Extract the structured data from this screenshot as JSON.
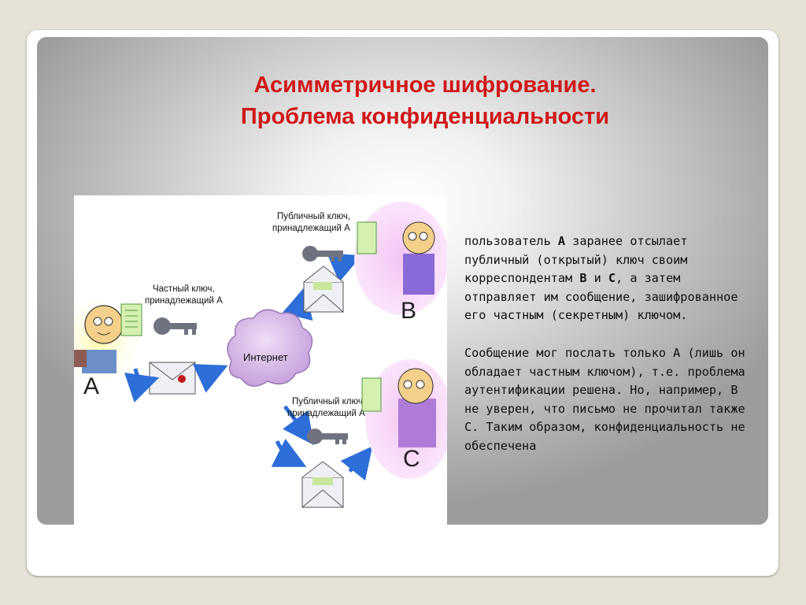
{
  "title": {
    "line1": "Асимметричное шифрование.",
    "line2": "Проблема конфиденциальности"
  },
  "diagram": {
    "private_key_line1": "Частный ключ,",
    "private_key_line2": "принадлежащий А",
    "public_key_b_line1": "Публичный ключ,",
    "public_key_b_line2": "принадлежащий А",
    "public_key_c_line1": "Публичный ключ,",
    "public_key_c_line2": "принадлежащий А",
    "internet": "Интернет",
    "user_a": "A",
    "user_b": "B",
    "user_c": "C"
  },
  "body": {
    "p1": [
      {
        "t": "пользователь "
      },
      {
        "t": "А",
        "b": true
      },
      {
        "t": " заранее отсылает публичный (открытый) ключ своим корреспондентам "
      },
      {
        "t": "В",
        "b": true
      },
      {
        "t": " и "
      },
      {
        "t": "С",
        "b": true
      },
      {
        "t": ", а затем отправляет им сообщение, зашифрованное его частным (секретным) ключом."
      }
    ],
    "p2": [
      {
        "t": "Сообщение мог послать только А (лишь он обладает частным ключом), т.е. проблема аутентификации решена. Но, например, В не уверен, что письмо не прочитал также С. Таким образом, конфиденциальность не обеспечена"
      }
    ]
  }
}
